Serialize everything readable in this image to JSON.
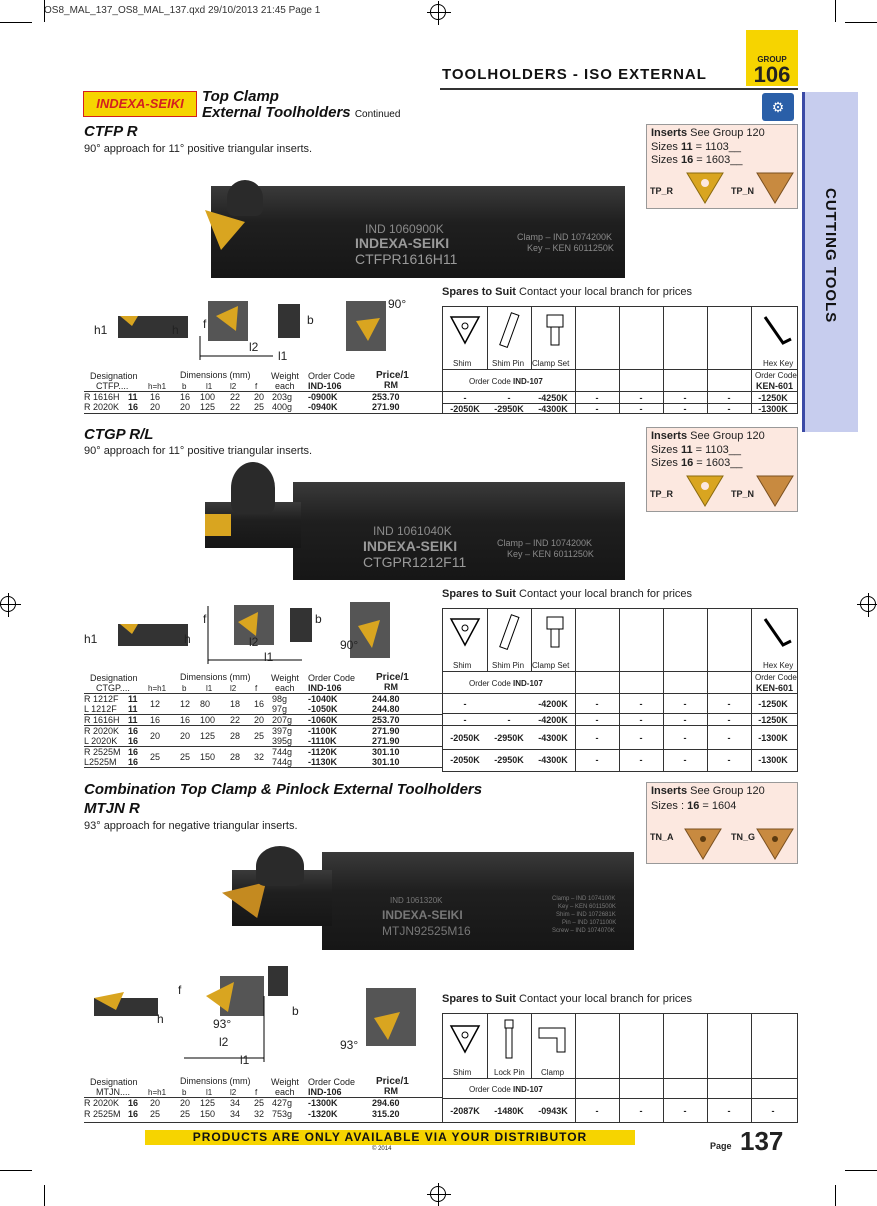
{
  "slug": "OS8_MAL_137_OS8_MAL_137.qxd  29/10/2013  21:45  Page 1",
  "header": {
    "group_label": "GROUP",
    "group_number": "106",
    "title": "TOOLHOLDERS - ISO EXTERNAL",
    "side_tab": "CUTTING TOOLS"
  },
  "brand": {
    "logo": "INDEXA-SEIKI",
    "title_line1": "Top Clamp",
    "title_line2": "External Toolholders",
    "continued": "Continued"
  },
  "sections": [
    {
      "title": "CTFP R",
      "desc": "90° approach for 11° positive triangular inserts.",
      "insert_box": {
        "heading_b": "Inserts",
        "heading": " See Group 120",
        "line1a": "Sizes ",
        "line1b": "11",
        "line1c": " = 1103__",
        "line2a": "Sizes ",
        "line2b": "16",
        "line2c": " = 1603__",
        "code_a": "TP_R",
        "code_b": "TP_N"
      },
      "tool": {
        "line1": "IND 1060900K",
        "brand": "INDEXA-SEIKI",
        "model": "CTFPR1616H11",
        "clamp": "Clamp – IND 1074200K",
        "key": "Key – KEN 6011250K"
      },
      "diagram": {
        "h1": "h1",
        "h": "h",
        "f": "f",
        "l2": "l2",
        "l1": "l1",
        "b": "b",
        "angle": "90°"
      },
      "spares": {
        "label_b": "Spares to Suit",
        "label": "  Contact your local branch for prices",
        "captions": [
          "Shim",
          "Shim Pin",
          "Clamp Set",
          "Hex Key"
        ],
        "order_code_lbl": "Order Code ",
        "order_code_val": "IND-107",
        "oc_right_lbl": "Order Code",
        "oc_right_val": "KEN-601",
        "rows": [
          [
            "-",
            "-",
            "-4250K",
            "-",
            "-",
            "-",
            "-",
            "-1250K"
          ],
          [
            "-2050K",
            "-2950K",
            "-4300K",
            "-",
            "-",
            "-",
            "-",
            "-1300K"
          ]
        ]
      },
      "table": {
        "col_designation": "Designation",
        "col_desig_sub": "CTFP....",
        "col_dims": "Dimensions (mm)",
        "dim_heads": [
          "h=h1",
          "b",
          "l1",
          "l2",
          "f"
        ],
        "col_weight": "Weight",
        "col_weight_sub": "each",
        "col_order": "Order Code",
        "col_order_sub": "IND-106",
        "col_price": "Price/1",
        "col_price_sub": "RM",
        "rows": [
          {
            "desig": "R 1616H",
            "size": "11",
            "h": "16",
            "b": "16",
            "l1": "100",
            "l2": "22",
            "f": "20",
            "w": "203g",
            "code": "-0900K",
            "price": "253.70"
          },
          {
            "desig": "R 2020K",
            "size": "16",
            "h": "20",
            "b": "20",
            "l1": "125",
            "l2": "22",
            "f": "25",
            "w": "400g",
            "code": "-0940K",
            "price": "271.90"
          }
        ]
      }
    },
    {
      "title": "CTGP R/L",
      "desc": "90° approach for 11° positive triangular inserts.",
      "insert_box": {
        "heading_b": "Inserts",
        "heading": " See Group 120",
        "line1a": "Sizes ",
        "line1b": "11",
        "line1c": " = 1103__",
        "line2a": "Sizes ",
        "line2b": "16",
        "line2c": " = 1603__",
        "code_a": "TP_R",
        "code_b": "TP_N"
      },
      "tool": {
        "line1": "IND 1061040K",
        "brand": "INDEXA-SEIKI",
        "model": "CTGPR1212F11",
        "clamp": "Clamp – IND 1074200K",
        "key": "Key – KEN 6011250K"
      },
      "diagram": {
        "h1": "h1",
        "h": "h",
        "f": "f",
        "l2": "l2",
        "l1": "l1",
        "b": "b",
        "angle": "90°"
      },
      "spares": {
        "label_b": "Spares to Suit",
        "label": "  Contact your local branch for prices",
        "captions": [
          "Shim",
          "Shim Pin",
          "Clamp Set",
          "Hex Key"
        ],
        "order_code_lbl": "Order Code ",
        "order_code_val": "IND-107",
        "oc_right_lbl": "Order Code",
        "oc_right_val": "KEN-601",
        "rows": [
          [
            "-",
            "",
            "-4200K",
            "-",
            "-",
            "-",
            "-",
            "-1250K"
          ],
          [
            "-",
            "-",
            "-4200K",
            "-",
            "-",
            "-",
            "-",
            "-1250K"
          ],
          [
            "-2050K",
            "-2950K",
            "-4300K",
            "-",
            "-",
            "-",
            "-",
            "-1300K"
          ],
          [
            "-2050K",
            "-2950K",
            "-4300K",
            "-",
            "-",
            "-",
            "-",
            "-1300K"
          ]
        ]
      },
      "table": {
        "col_designation": "Designation",
        "col_desig_sub": "CTGP....",
        "col_dims": "Dimensions (mm)",
        "dim_heads": [
          "h=h1",
          "b",
          "l1",
          "l2",
          "f"
        ],
        "col_weight": "Weight",
        "col_weight_sub": "each",
        "col_order": "Order Code",
        "col_order_sub": "IND-106",
        "col_price": "Price/1",
        "col_price_sub": "RM",
        "groups": [
          {
            "rows": [
              {
                "desig": "R 1212F",
                "size": "11",
                "w": "98g",
                "code": "-1040K",
                "price": "244.80"
              },
              {
                "desig": "L 1212F",
                "size": "11",
                "w": "97g",
                "code": "-1050K",
                "price": "244.80"
              }
            ],
            "h": "12",
            "b": "12",
            "l1": "80",
            "l2": "18",
            "f": "16"
          },
          {
            "rows": [
              {
                "desig": "R 1616H",
                "size": "11",
                "w": "207g",
                "code": "-1060K",
                "price": "253.70"
              }
            ],
            "h": "16",
            "b": "16",
            "l1": "100",
            "l2": "22",
            "f": "20"
          },
          {
            "rows": [
              {
                "desig": "R 2020K",
                "size": "16",
                "w": "397g",
                "code": "-1100K",
                "price": "271.90"
              },
              {
                "desig": "L 2020K",
                "size": "16",
                "w": "395g",
                "code": "-1110K",
                "price": "271.90"
              }
            ],
            "h": "20",
            "b": "20",
            "l1": "125",
            "l2": "28",
            "f": "25"
          },
          {
            "rows": [
              {
                "desig": "R 2525M",
                "size": "16",
                "w": "744g",
                "code": "-1120K",
                "price": "301.10"
              },
              {
                "desig": "L2525M",
                "size": "16",
                "w": "744g",
                "code": "-1130K",
                "price": "301.10"
              }
            ],
            "h": "25",
            "b": "25",
            "l1": "150",
            "l2": "28",
            "f": "32"
          }
        ]
      }
    },
    {
      "title1": "Combination Top Clamp & Pinlock External Toolholders",
      "title2": "MTJN R",
      "desc": "93° approach for negative triangular inserts.",
      "insert_box": {
        "heading_b": "Inserts",
        "heading": " See Group 120",
        "line1a": "Sizes : ",
        "line1b": "16",
        "line1c": " = 1604",
        "code_a": "TN_A",
        "code_b": "TN_G"
      },
      "tool": {
        "line1": "IND 1061320K",
        "brand": "INDEXA-SEIKI",
        "model": "MTJN92525M16",
        "clamp": "Clamp – IND 1074100K",
        "key": "Key – KEN 6011500K",
        "shim": "Shim – IND 1072681K",
        "pin": "Pin – IND 1071100K",
        "screw": "Screw – IND 1074070K"
      },
      "diagram": {
        "h": "h",
        "f": "f",
        "l2": "l2",
        "l1": "l1",
        "b": "b",
        "angle": "93°"
      },
      "spares": {
        "label_b": "Spares to Suit",
        "label": "  Contact your local branch for prices",
        "captions": [
          "Shim",
          "Lock Pin",
          "Clamp"
        ],
        "order_code_lbl": "Order Code ",
        "order_code_val": "IND-107",
        "rows": [
          [
            "-2087K",
            "-1480K",
            "-0943K",
            "-",
            "-",
            "-",
            "-",
            "-"
          ]
        ]
      },
      "table": {
        "col_designation": "Designation",
        "col_desig_sub": "MTJN....",
        "col_dims": "Dimensions (mm)",
        "dim_heads": [
          "h=h1",
          "b",
          "l1",
          "l2",
          "f"
        ],
        "col_weight": "Weight",
        "col_weight_sub": "each",
        "col_order": "Order Code",
        "col_order_sub": "IND-106",
        "col_price": "Price/1",
        "col_price_sub": "RM",
        "rows": [
          {
            "desig": "R 2020K",
            "size": "16",
            "h": "20",
            "b": "20",
            "l1": "125",
            "l2": "34",
            "f": "25",
            "w": "427g",
            "code": "-1300K",
            "price": "294.60"
          },
          {
            "desig": "R 2525M",
            "size": "16",
            "h": "25",
            "b": "25",
            "l1": "150",
            "l2": "34",
            "f": "32",
            "w": "753g",
            "code": "-1320K",
            "price": "315.20"
          }
        ]
      }
    }
  ],
  "footer": {
    "banner": "PRODUCTS ARE ONLY AVAILABLE VIA YOUR DISTRIBUTOR",
    "copyright": "© 2014",
    "page_label": "Page",
    "page_number": "137"
  },
  "colors": {
    "yellow": "#f6d400",
    "insert_bg": "#fce8e0",
    "side_tab": "#c7cdee",
    "insert_gold": "#d9a520",
    "insert_brown": "#c88a40"
  }
}
